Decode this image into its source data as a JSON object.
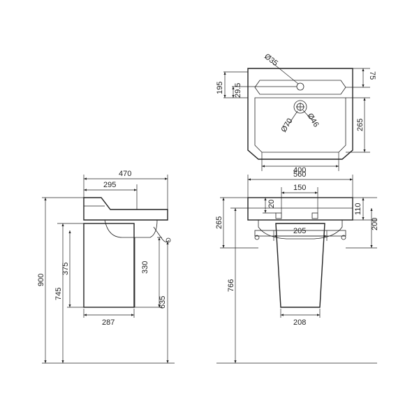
{
  "top_view": {
    "dims": {
      "tap_hole": "Ø35",
      "depth_front_back": "195",
      "tap_offset": "29.5",
      "rim_depth": "75",
      "waste_outer": "Ø70",
      "waste_inner": "Ø46",
      "bowl_depth": "265",
      "bowl_width": "400"
    }
  },
  "side_view": {
    "dims": {
      "overall_depth": "470",
      "bowl_projection": "295",
      "overall_height": "900",
      "floor_to_bowl": "745",
      "pedestal_height": "375",
      "waste_height": "330",
      "pedestal_top": "635",
      "pedestal_depth": "287"
    }
  },
  "front_view": {
    "dims": {
      "overall_width": "560",
      "tap_spacing": "150",
      "rim_offset": "20",
      "basin_height": "265",
      "rim_height": "110",
      "towel_rail_drop": "200",
      "rail_width": "205",
      "floor_to_rim": "766",
      "pedestal_width": "208"
    }
  },
  "colors": {
    "line": "#222222",
    "background": "#ffffff"
  }
}
